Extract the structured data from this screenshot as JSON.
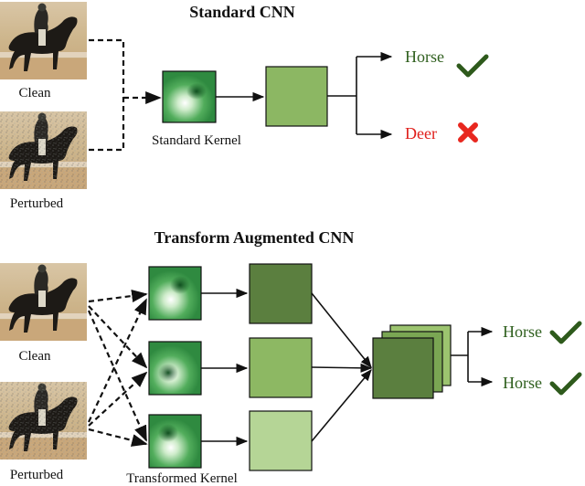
{
  "top": {
    "title": "Standard CNN",
    "clean_label": "Clean",
    "perturbed_label": "Perturbed",
    "kernel_label": "Standard Kernel",
    "outputs": [
      {
        "label": "Horse",
        "mark": "check-icon"
      },
      {
        "label": "Deer",
        "mark": "cross-icon"
      }
    ]
  },
  "bottom": {
    "title": "Transform Augmented CNN",
    "clean_label": "Clean",
    "perturbed_label": "Perturbed",
    "kernel_label": "Transformed Kernel",
    "outputs": [
      {
        "label": "Horse",
        "mark": "check-icon"
      },
      {
        "label": "Horse",
        "mark": "check-icon"
      }
    ]
  },
  "colors": {
    "output_green": "#2f5f1e",
    "output_red": "#e0201c",
    "check": "#2e5a1c",
    "cross": "#e8271f",
    "feature_dark": "#5b7f3f",
    "feature_mid": "#8db863",
    "feature_light": "#b5d596",
    "kernel_base": "#3b9b4c"
  }
}
